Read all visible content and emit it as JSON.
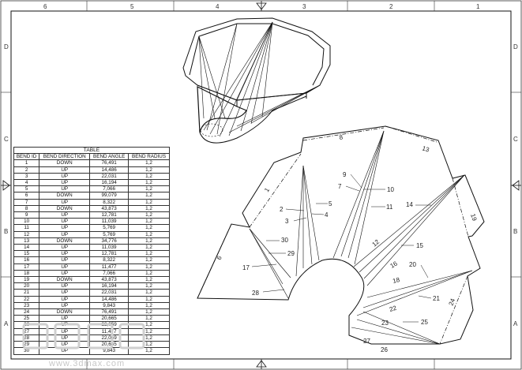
{
  "zones": {
    "top": [
      "6",
      "5",
      "4",
      "3",
      "2",
      "1"
    ],
    "left": [
      "D",
      "C",
      "B",
      "A"
    ]
  },
  "table": {
    "title": "TABLE",
    "headers": [
      "BEND ID",
      "BEND DIRECTION",
      "BEND ANGLE",
      "BEND RADIUS"
    ],
    "rows": [
      [
        "1",
        "DOWN",
        "76,491",
        "1,2"
      ],
      [
        "2",
        "UP",
        "14,486",
        "1,2"
      ],
      [
        "3",
        "UP",
        "22,031",
        "1,2"
      ],
      [
        "4",
        "UP",
        "16,194",
        "1,2"
      ],
      [
        "5",
        "UP",
        "7,066",
        "1,2"
      ],
      [
        "6",
        "DOWN",
        "99,079",
        "1,2"
      ],
      [
        "7",
        "UP",
        "8,322",
        "1,2"
      ],
      [
        "8",
        "DOWN",
        "43,873",
        "1,2"
      ],
      [
        "9",
        "UP",
        "12,781",
        "1,2"
      ],
      [
        "10",
        "UP",
        "11,039",
        "1,2"
      ],
      [
        "11",
        "UP",
        "5,769",
        "1,2"
      ],
      [
        "12",
        "UP",
        "5,769",
        "1,2"
      ],
      [
        "13",
        "DOWN",
        "34,776",
        "1,2"
      ],
      [
        "14",
        "UP",
        "11,039",
        "1,2"
      ],
      [
        "15",
        "UP",
        "12,781",
        "1,2"
      ],
      [
        "16",
        "UP",
        "8,322",
        "1,2"
      ],
      [
        "17",
        "UP",
        "11,477",
        "1,2"
      ],
      [
        "18",
        "UP",
        "7,066",
        "1,2"
      ],
      [
        "19",
        "DOWN",
        "43,873",
        "1,2"
      ],
      [
        "20",
        "UP",
        "16,194",
        "1,2"
      ],
      [
        "21",
        "UP",
        "22,031",
        "1,2"
      ],
      [
        "22",
        "UP",
        "14,486",
        "1,2"
      ],
      [
        "23",
        "UP",
        "9,843",
        "1,2"
      ],
      [
        "24",
        "DOWN",
        "76,491",
        "1,2"
      ],
      [
        "25",
        "UP",
        "20,665",
        "1,2"
      ],
      [
        "26",
        "UP",
        "22,059",
        "1,2"
      ],
      [
        "27",
        "UP",
        "11,477",
        "1,2"
      ],
      [
        "28",
        "UP",
        "22,059",
        "1,2"
      ],
      [
        "29",
        "UP",
        "20,665",
        "1,2"
      ],
      [
        "30",
        "UP",
        "9,843",
        "1,2"
      ]
    ]
  },
  "callouts": [
    "1",
    "2",
    "3",
    "4",
    "5",
    "6",
    "7",
    "8",
    "9",
    "10",
    "11",
    "12",
    "13",
    "14",
    "15",
    "16",
    "17",
    "18",
    "19",
    "20",
    "21",
    "22",
    "23",
    "24",
    "25",
    "26",
    "27",
    "28",
    "29",
    "30"
  ],
  "watermark": {
    "text": "www.3dmax.com",
    "color": "#c8c8c8"
  },
  "colors": {
    "line": "#111111",
    "paper": "#ffffff"
  }
}
